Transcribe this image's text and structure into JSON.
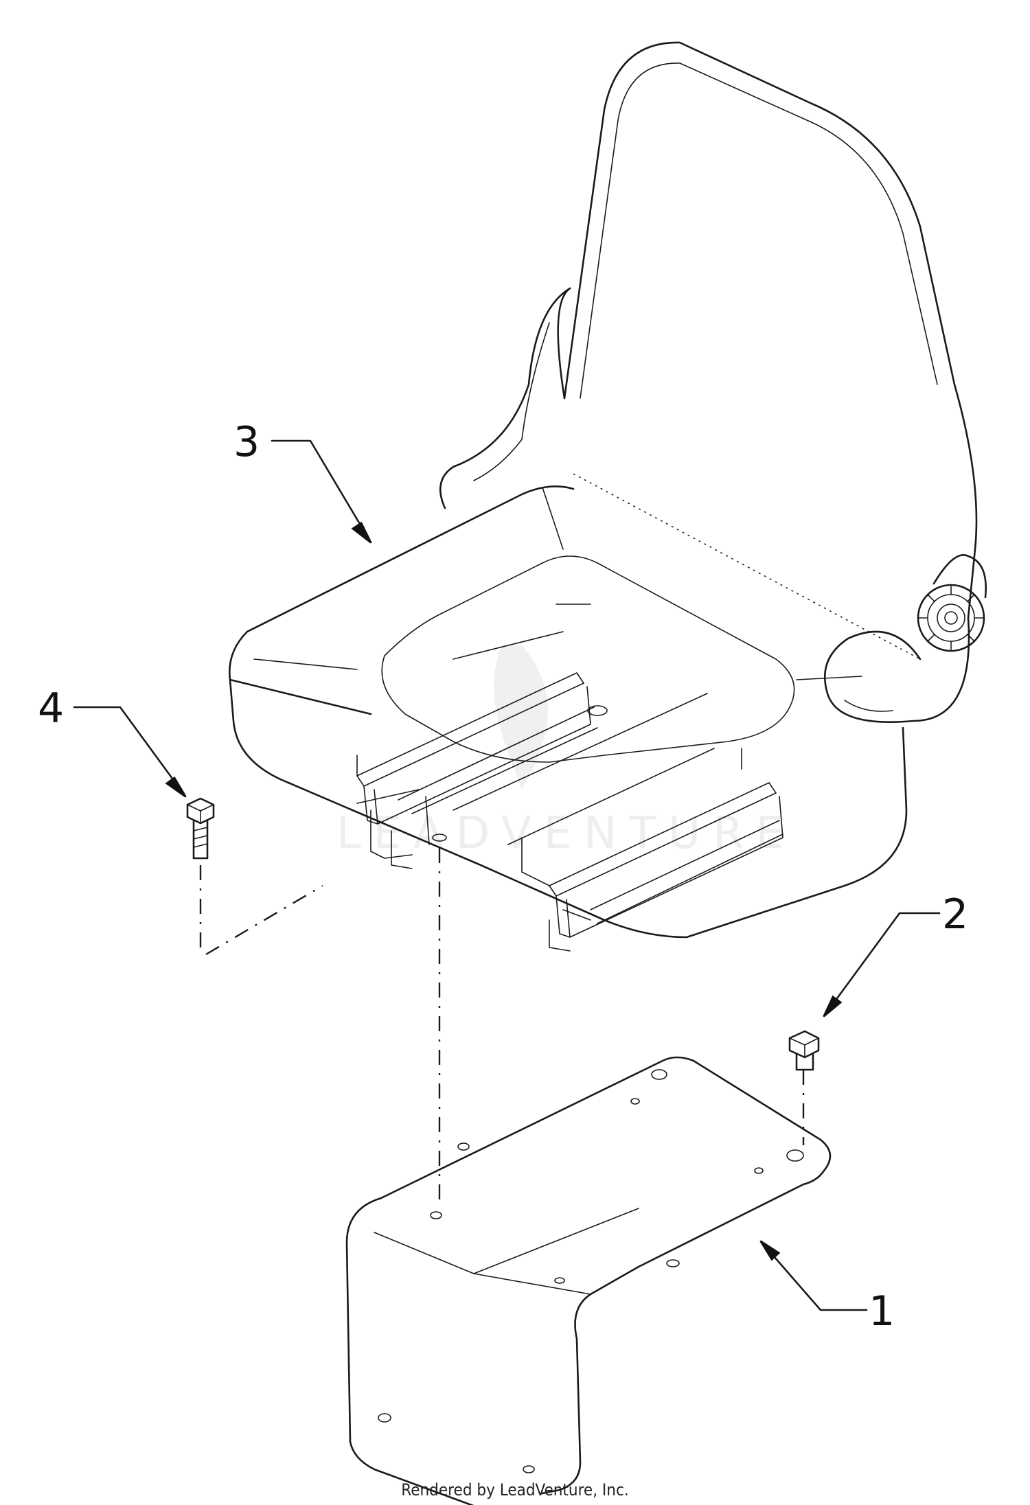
{
  "callouts": {
    "c1": "1",
    "c2": "2",
    "c3": "3",
    "c4": "4"
  },
  "watermark": "LEADVENTURE",
  "footer": "Rendered by LeadVenture, Inc."
}
